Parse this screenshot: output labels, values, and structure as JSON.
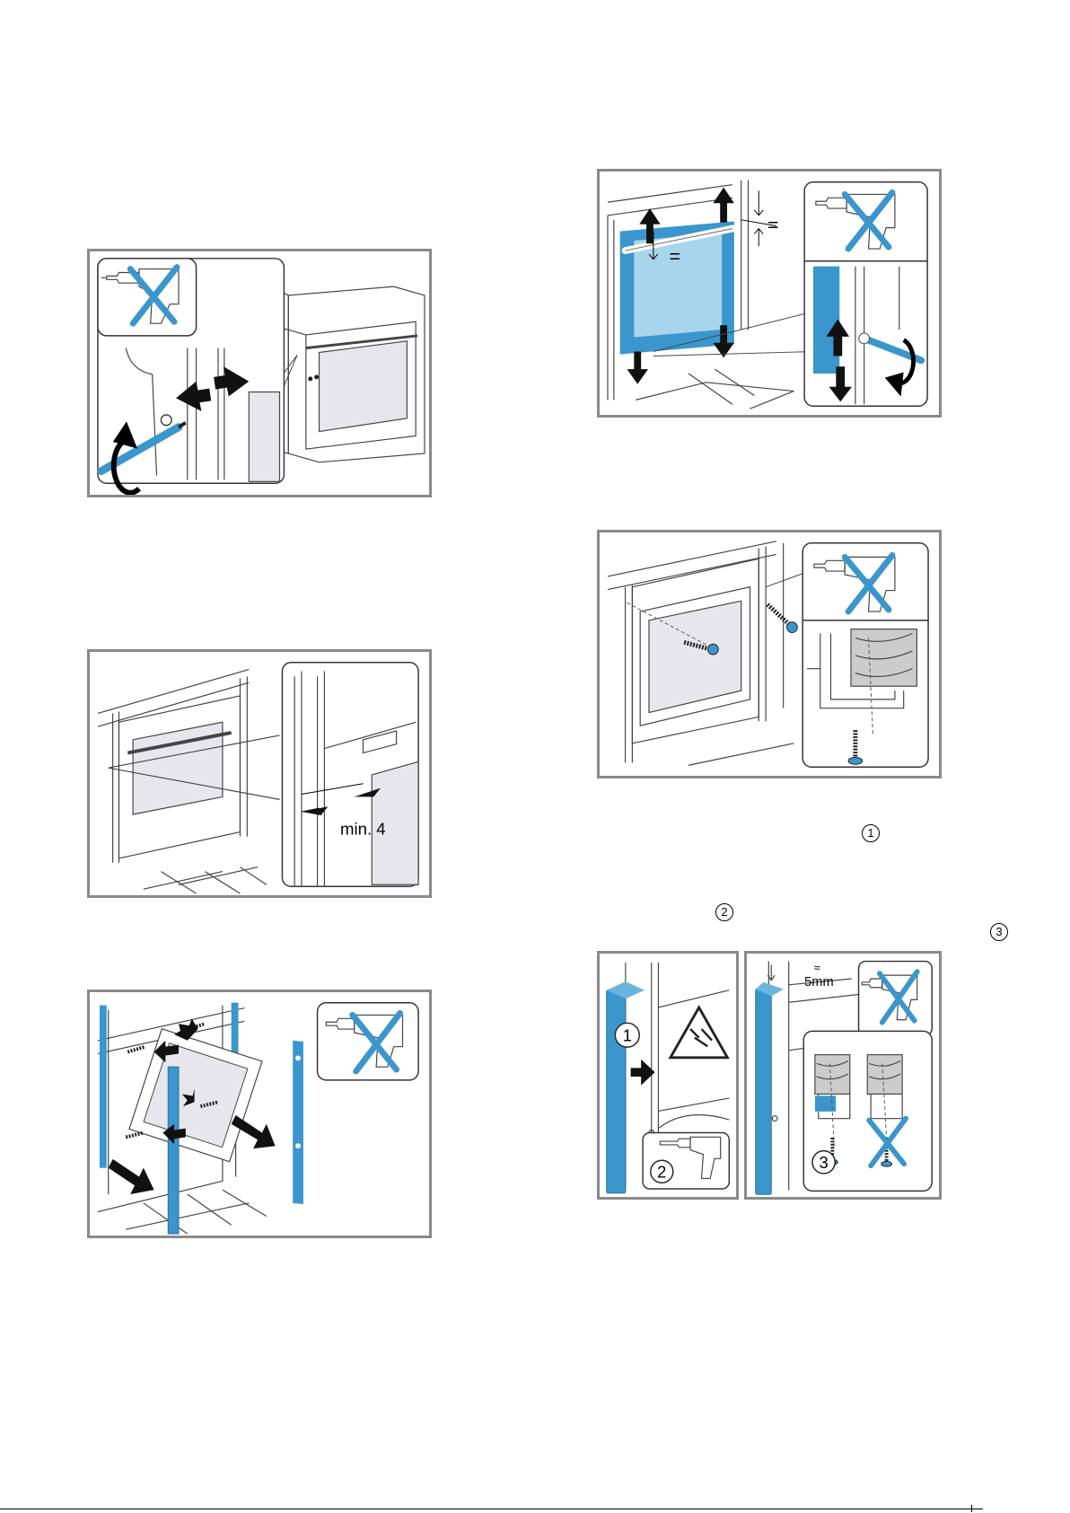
{
  "colors": {
    "accent": "#3a96cc",
    "accent_light": "#a9d5ec",
    "frame": "#8a8a8a",
    "line": "#333333",
    "floor": "#555555"
  },
  "figure3": {
    "label": "min. 4"
  },
  "figure4": {
    "equal_label_1": "=",
    "equal_label_2": "="
  },
  "figure6": {
    "left": {
      "step1": "1",
      "step2": "2"
    },
    "right": {
      "gap_label": "5mm",
      "gap_tilde": "≈",
      "step3": "3"
    }
  },
  "markers": {
    "m1": "1",
    "m2": "2",
    "m3": "3"
  },
  "icons": [
    "drill-icon",
    "cross-icon",
    "rotate-arrow-icon",
    "screw-icon",
    "arrow-icon",
    "warning-triangle-icon"
  ]
}
